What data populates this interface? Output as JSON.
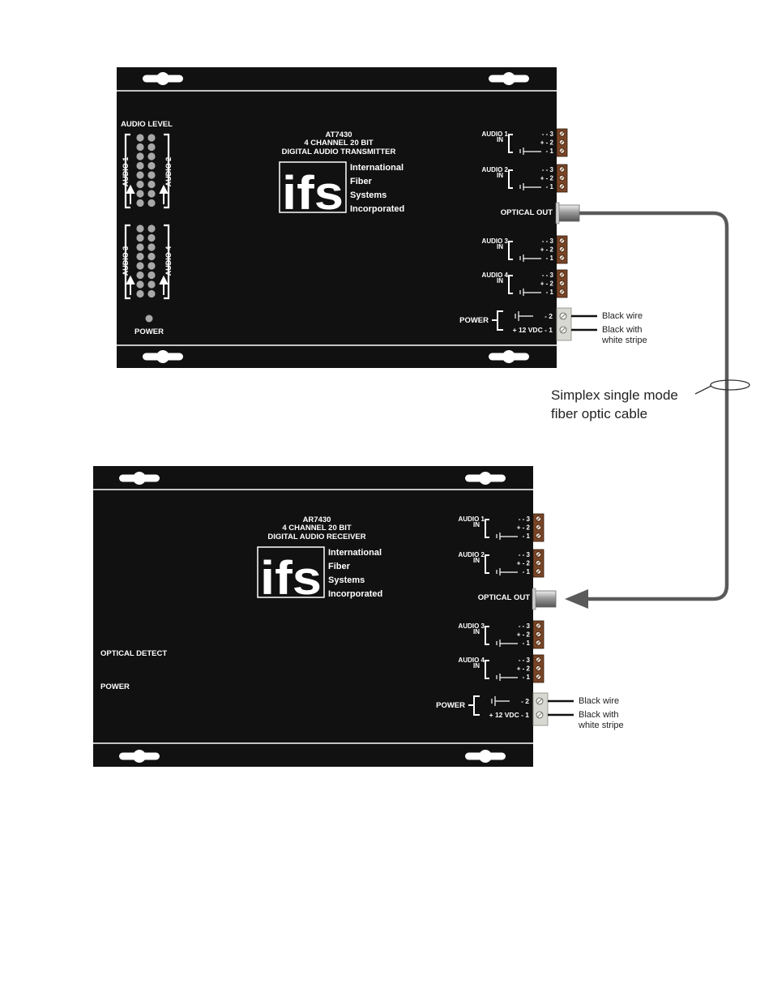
{
  "transmitter": {
    "model": "AT7430",
    "line2": "4 CHANNEL 20 BIT",
    "line3": "DIGITAL AUDIO TRANSMITTER",
    "audio_level_label": "AUDIO LEVEL",
    "meter_labels": [
      "AUDIO 1",
      "AUDIO 2",
      "AUDIO 3",
      "AUDIO 4"
    ],
    "power_led_label": "POWER",
    "optical_label": "OPTICAL OUT"
  },
  "receiver": {
    "model": "AR7430",
    "line2": "4 CHANNEL 20 BIT",
    "line3": "DIGITAL AUDIO RECEIVER",
    "optical_detect_label": "OPTICAL DETECT",
    "power_led_label": "POWER",
    "optical_label": "OPTICAL OUT"
  },
  "logo": {
    "text": "ifs",
    "words": [
      "International",
      "Fiber",
      "Systems",
      "Incorporated"
    ]
  },
  "audio_ports": [
    "AUDIO 1",
    "AUDIO 2",
    "AUDIO 3",
    "AUDIO 4"
  ],
  "port_in_label": "IN",
  "pins": [
    "- - 3",
    "+ - 2",
    "- 1"
  ],
  "power": {
    "label": "POWER",
    "pin_top": "- 2",
    "pin_bottom": "+ 12 VDC - 1",
    "wire1": "Black wire",
    "wire2_line1": "Black with",
    "wire2_line2": "white stripe"
  },
  "cable": {
    "line1": "Simplex single mode",
    "line2": "fiber optic cable"
  },
  "colors": {
    "panel": "#111111",
    "terminal": "#7a4526",
    "cable": "#5a5a5a",
    "led": "#a8a8a8"
  }
}
